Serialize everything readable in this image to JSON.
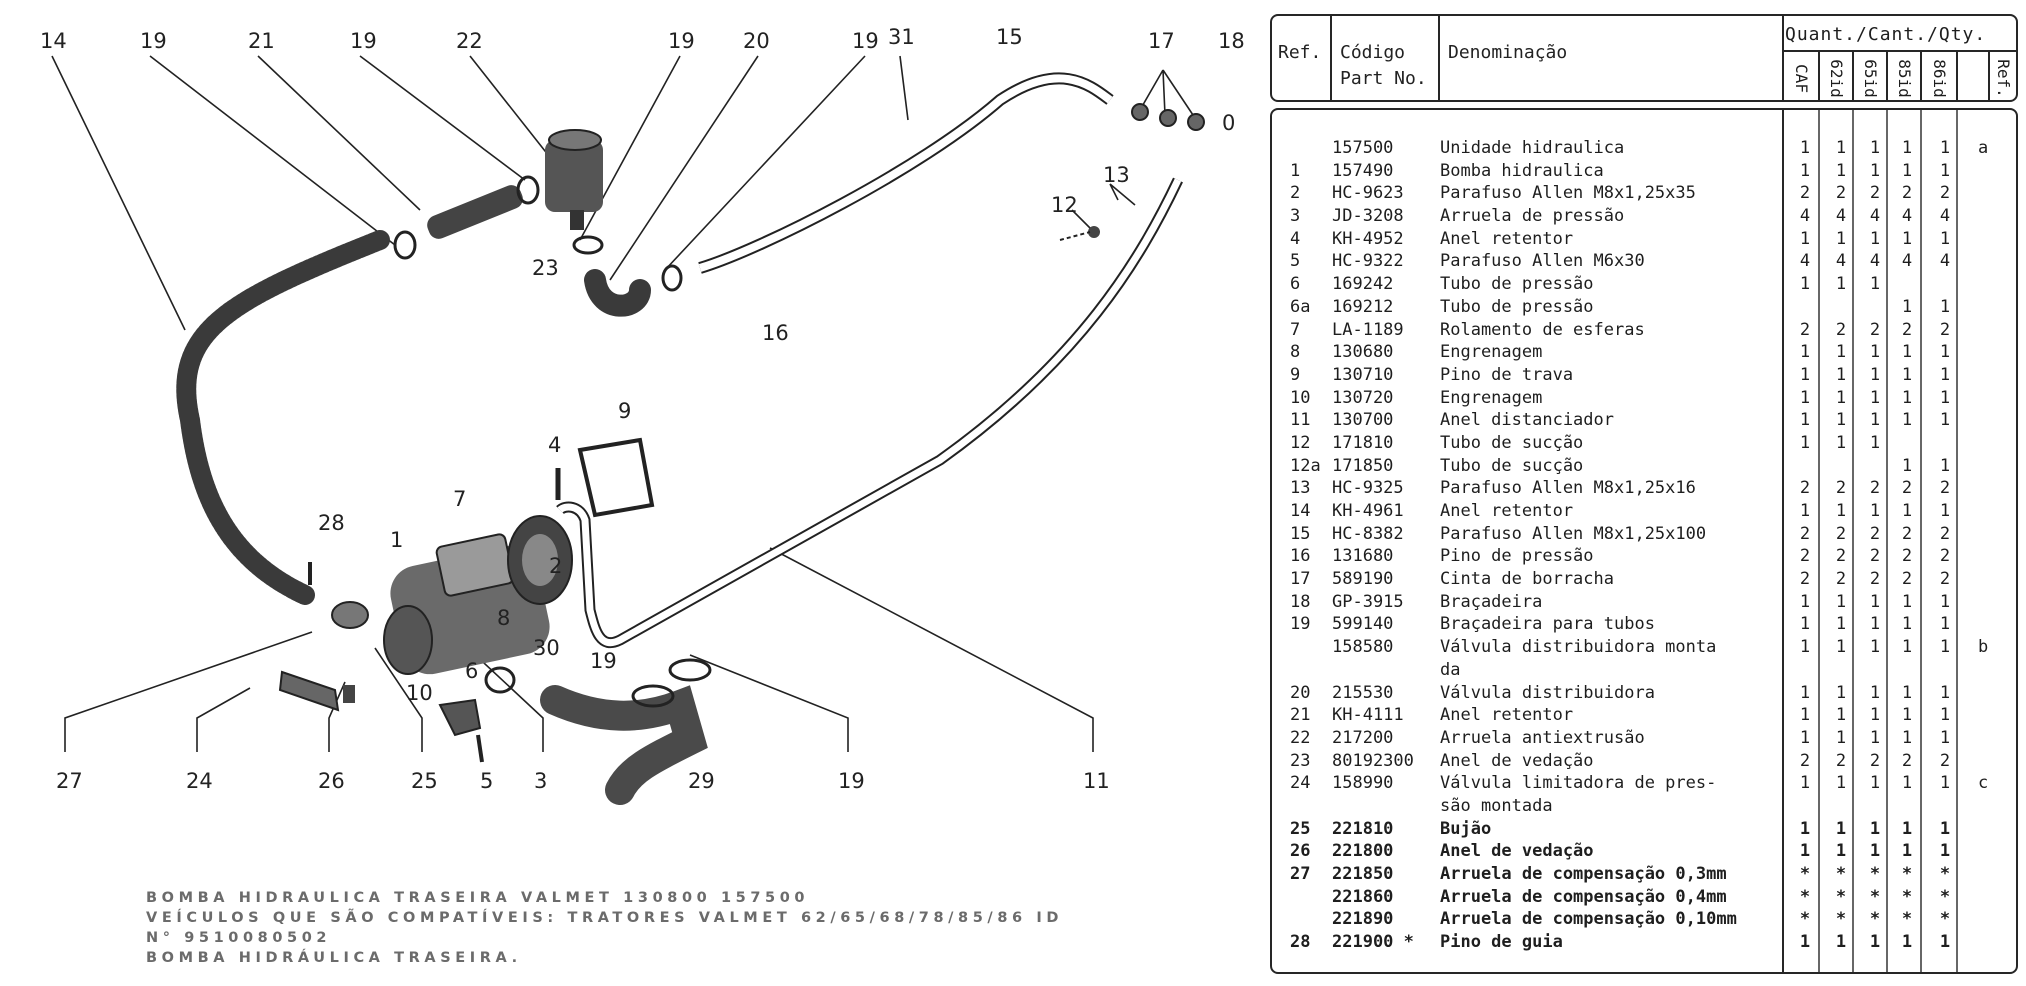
{
  "callouts": {
    "top": [
      "14",
      "19",
      "21",
      "19",
      "22",
      "19",
      "20",
      "19",
      "31",
      "15",
      "17",
      "18"
    ],
    "mid": [
      "16",
      "23",
      "13",
      "12",
      "9",
      "4",
      "7",
      "28",
      "1",
      "2",
      "8",
      "30",
      "6",
      "10",
      "19"
    ],
    "bottom": [
      "27",
      "24",
      "26",
      "25",
      "5",
      "3",
      "29",
      "19",
      "11"
    ]
  },
  "caption": {
    "line1": "BOMBA HIDRAULICA TRASEIRA VALMET 130800 157500",
    "line2": "VEÍCULOS QUE SÃO COMPATÍVEIS: TRATORES VALMET  62/65/68/78/85/86 ID",
    "line3": "N° 9510080502",
    "line4": "BOMBA HIDRÁULICA TRASEIRA."
  },
  "table": {
    "headers": {
      "ref": "Ref.",
      "code_line1": "Código",
      "code_line2": "Part No.",
      "name": "Denominação",
      "qty": "Quant./Cant./Qty.",
      "qty_cols": [
        "CAF",
        "62id",
        "65id",
        "85id",
        "86id"
      ],
      "note": "Ref."
    },
    "rows": [
      {
        "ref": "",
        "code": "157500",
        "name": "Unidade hidraulica",
        "q": [
          "1",
          "1",
          "1",
          "1",
          "1"
        ],
        "note": "a"
      },
      {
        "ref": "1",
        "code": "157490",
        "name": "Bomba hidraulica",
        "q": [
          "1",
          "1",
          "1",
          "1",
          "1"
        ],
        "note": ""
      },
      {
        "ref": "2",
        "code": "HC-9623",
        "name": "Parafuso Allen M8x1,25x35",
        "q": [
          "2",
          "2",
          "2",
          "2",
          "2"
        ],
        "note": ""
      },
      {
        "ref": "3",
        "code": "JD-3208",
        "name": "Arruela de pressão",
        "q": [
          "4",
          "4",
          "4",
          "4",
          "4"
        ],
        "note": ""
      },
      {
        "ref": "4",
        "code": "KH-4952",
        "name": "Anel retentor",
        "q": [
          "1",
          "1",
          "1",
          "1",
          "1"
        ],
        "note": ""
      },
      {
        "ref": "5",
        "code": "HC-9322",
        "name": "Parafuso Allen M6x30",
        "q": [
          "4",
          "4",
          "4",
          "4",
          "4"
        ],
        "note": ""
      },
      {
        "ref": "6",
        "code": "169242",
        "name": "Tubo de pressão",
        "q": [
          "1",
          "1",
          "1",
          "",
          ""
        ],
        "note": ""
      },
      {
        "ref": "6a",
        "code": "169212",
        "name": "Tubo de pressão",
        "q": [
          "",
          "",
          "",
          "1",
          "1"
        ],
        "note": ""
      },
      {
        "ref": "7",
        "code": "LA-1189",
        "name": "Rolamento de esferas",
        "q": [
          "2",
          "2",
          "2",
          "2",
          "2"
        ],
        "note": ""
      },
      {
        "ref": "8",
        "code": "130680",
        "name": "Engrenagem",
        "q": [
          "1",
          "1",
          "1",
          "1",
          "1"
        ],
        "note": ""
      },
      {
        "ref": "9",
        "code": "130710",
        "name": "Pino de trava",
        "q": [
          "1",
          "1",
          "1",
          "1",
          "1"
        ],
        "note": ""
      },
      {
        "ref": "10",
        "code": "130720",
        "name": "Engrenagem",
        "q": [
          "1",
          "1",
          "1",
          "1",
          "1"
        ],
        "note": ""
      },
      {
        "ref": "11",
        "code": "130700",
        "name": "Anel distanciador",
        "q": [
          "1",
          "1",
          "1",
          "1",
          "1"
        ],
        "note": ""
      },
      {
        "ref": "12",
        "code": "171810",
        "name": "Tubo de sucção",
        "q": [
          "1",
          "1",
          "1",
          "",
          ""
        ],
        "note": ""
      },
      {
        "ref": "12a",
        "code": "171850",
        "name": "Tubo de sucção",
        "q": [
          "",
          "",
          "",
          "1",
          "1"
        ],
        "note": ""
      },
      {
        "ref": "13",
        "code": "HC-9325",
        "name": "Parafuso Allen M8x1,25x16",
        "q": [
          "2",
          "2",
          "2",
          "2",
          "2"
        ],
        "note": ""
      },
      {
        "ref": "14",
        "code": "KH-4961",
        "name": "Anel retentor",
        "q": [
          "1",
          "1",
          "1",
          "1",
          "1"
        ],
        "note": ""
      },
      {
        "ref": "15",
        "code": "HC-8382",
        "name": "Parafuso Allen M8x1,25x100",
        "q": [
          "2",
          "2",
          "2",
          "2",
          "2"
        ],
        "note": ""
      },
      {
        "ref": "16",
        "code": "131680",
        "name": "Pino de pressão",
        "q": [
          "2",
          "2",
          "2",
          "2",
          "2"
        ],
        "note": ""
      },
      {
        "ref": "17",
        "code": "589190",
        "name": "Cinta de borracha",
        "q": [
          "2",
          "2",
          "2",
          "2",
          "2"
        ],
        "note": ""
      },
      {
        "ref": "18",
        "code": "GP-3915",
        "name": "Braçadeira",
        "q": [
          "1",
          "1",
          "1",
          "1",
          "1"
        ],
        "note": ""
      },
      {
        "ref": "19",
        "code": "599140",
        "name": "Braçadeira para tubos",
        "q": [
          "1",
          "1",
          "1",
          "1",
          "1"
        ],
        "note": ""
      },
      {
        "ref": "",
        "code": "158580",
        "name": "Válvula distribuidora monta",
        "q": [
          "1",
          "1",
          "1",
          "1",
          "1"
        ],
        "note": "b"
      },
      {
        "ref": "",
        "code": "",
        "name": "da",
        "q": [
          "",
          "",
          "",
          "",
          ""
        ],
        "note": ""
      },
      {
        "ref": "20",
        "code": "215530",
        "name": "Válvula distribuidora",
        "q": [
          "1",
          "1",
          "1",
          "1",
          "1"
        ],
        "note": ""
      },
      {
        "ref": "21",
        "code": "KH-4111",
        "name": "Anel retentor",
        "q": [
          "1",
          "1",
          "1",
          "1",
          "1"
        ],
        "note": ""
      },
      {
        "ref": "22",
        "code": "217200",
        "name": "Arruela antiextrusão",
        "q": [
          "1",
          "1",
          "1",
          "1",
          "1"
        ],
        "note": ""
      },
      {
        "ref": "23",
        "code": "80192300",
        "name": "Anel de vedação",
        "q": [
          "2",
          "2",
          "2",
          "2",
          "2"
        ],
        "note": ""
      },
      {
        "ref": "24",
        "code": "158990",
        "name": "Válvula limitadora de pres-",
        "q": [
          "1",
          "1",
          "1",
          "1",
          "1"
        ],
        "note": "c"
      },
      {
        "ref": "",
        "code": "",
        "name": "são montada",
        "q": [
          "",
          "",
          "",
          "",
          ""
        ],
        "note": ""
      },
      {
        "ref": "25",
        "code": "221810",
        "name": "Bujão",
        "q": [
          "1",
          "1",
          "1",
          "1",
          "1"
        ],
        "note": ""
      },
      {
        "ref": "26",
        "code": "221800",
        "name": "Anel de vedação",
        "q": [
          "1",
          "1",
          "1",
          "1",
          "1"
        ],
        "note": ""
      },
      {
        "ref": "27",
        "code": "221850",
        "name": "Arruela de compensação 0,3mm",
        "q": [
          "*",
          "*",
          "*",
          "*",
          "*"
        ],
        "note": ""
      },
      {
        "ref": "",
        "code": "221860",
        "name": "Arruela de compensação 0,4mm",
        "q": [
          "*",
          "*",
          "*",
          "*",
          "*"
        ],
        "note": ""
      },
      {
        "ref": "",
        "code": "221890",
        "name": "Arruela de compensação 0,10mm",
        "q": [
          "*",
          "*",
          "*",
          "*",
          "*"
        ],
        "note": ""
      },
      {
        "ref": "28",
        "code": "221900 *",
        "name": "Pino de guia",
        "q": [
          "1",
          "1",
          "1",
          "1",
          "1"
        ],
        "note": ""
      }
    ]
  }
}
